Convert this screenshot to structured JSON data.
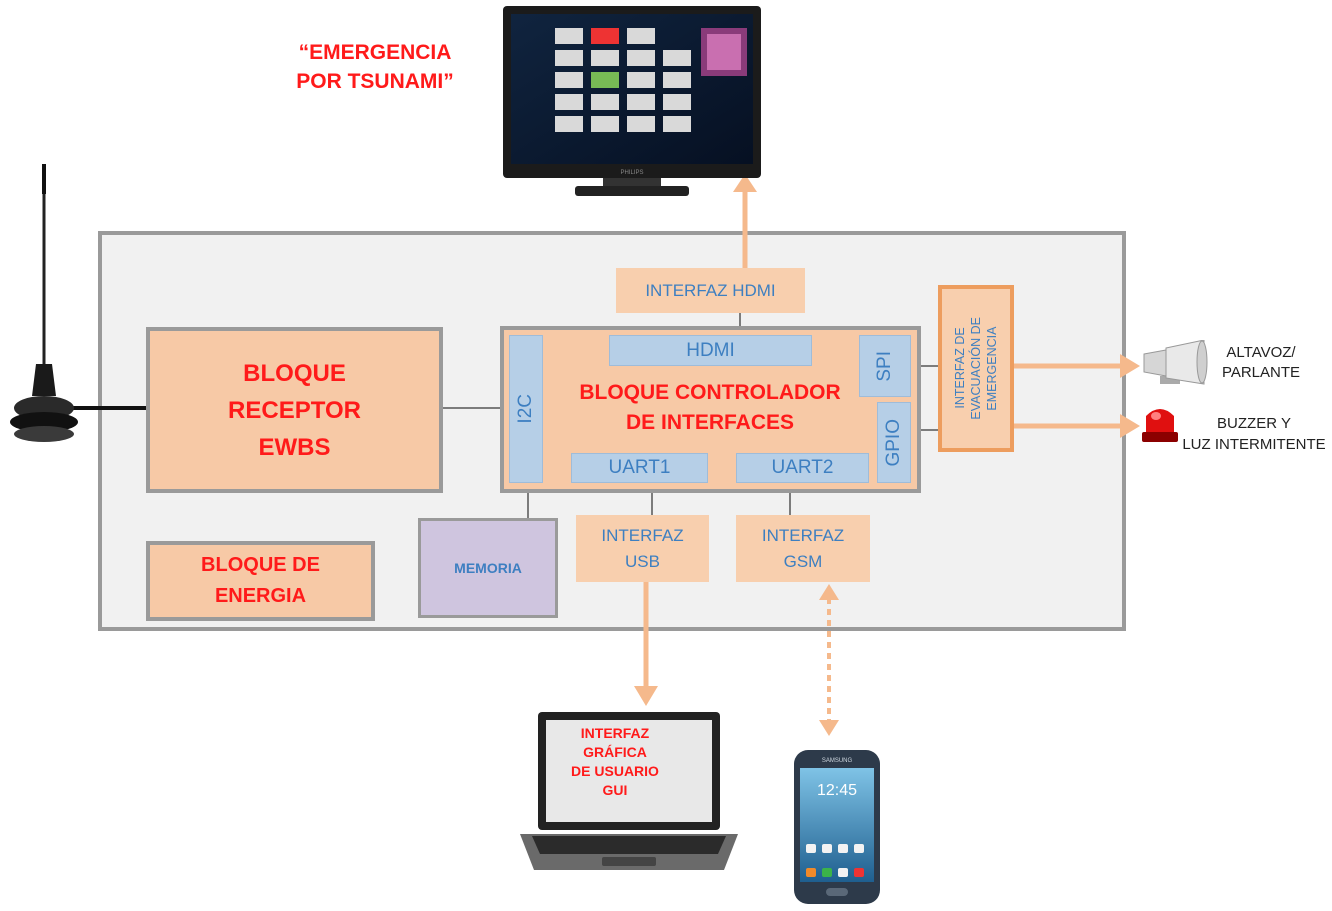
{
  "tv_message": [
    "“EMERGENCIA",
    "POR TSUNAMI”"
  ],
  "main_blocks": {
    "receptor": [
      "BLOQUE",
      "RECEPTOR",
      "EWBS"
    ],
    "controlador": [
      "BLOQUE CONTROLADOR",
      "DE INTERFACES"
    ],
    "energia": [
      "BLOQUE DE",
      "ENERGIA"
    ],
    "memoria": "MEMORIA"
  },
  "controller_ports": {
    "hdmi": "HDMI",
    "i2c": "I2C",
    "spi": "SPI",
    "gpio": "GPIO",
    "uart1": "UART1",
    "uart2": "UART2"
  },
  "interfaces": {
    "hdmi": "INTERFAZ HDMI",
    "usb": [
      "INTERFAZ",
      "USB"
    ],
    "gsm": [
      "INTERFAZ",
      "GSM"
    ],
    "evacuacion": [
      "INTERFAZ DE",
      "EVACUACIÓN DE",
      "EMERGENCIA"
    ]
  },
  "outputs": {
    "altavoz": [
      "ALTAVOZ/",
      "PARLANTE"
    ],
    "buzzer": [
      "BUZZER Y",
      "LUZ INTERMITENTE"
    ]
  },
  "laptop_screen": [
    "INTERFAZ",
    "GRÁFICA",
    "DE USUARIO",
    "GUI"
  ],
  "phone_clock": "12:45",
  "phone_brand": "SAMSUNG",
  "tv_brand": "PHILIPS",
  "colors": {
    "block_fill": "#f7c9a6",
    "arrow": "#f5b98c",
    "label_red": "#ff1a1a",
    "label_blue": "#3d7fc1",
    "memory_fill": "#cfc5df",
    "frame_fill": "#f1f1f1",
    "frame_border": "#9a9a9a"
  },
  "icons": {
    "antenna": "antenna-icon",
    "tv": "tv-icon",
    "speaker": "speaker-icon",
    "beacon": "beacon-icon",
    "laptop": "laptop-icon",
    "phone": "phone-icon"
  }
}
